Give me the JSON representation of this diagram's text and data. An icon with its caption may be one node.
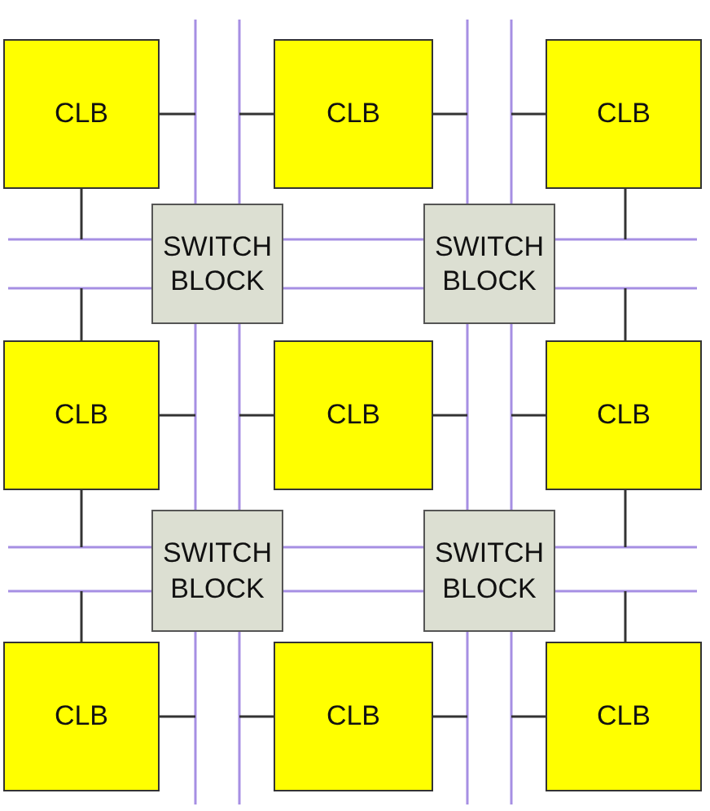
{
  "diagram": {
    "nodes": [
      {
        "text": [
          "CLB"
        ]
      },
      {
        "text": [
          "CLB"
        ]
      },
      {
        "text": [
          "CLB"
        ]
      },
      {
        "text": [
          "SWITCH BLOCK"
        ]
      },
      {
        "text": [
          "SWITCH BLOCK"
        ]
      },
      {
        "text": [
          "CLB"
        ]
      },
      {
        "text": [
          "CLB"
        ]
      },
      {
        "text": [
          "CLB"
        ]
      },
      {
        "text": [
          "SWITCH BLOCK"
        ]
      },
      {
        "text": [
          "SWITCH BLOCK"
        ]
      },
      {
        "text": [
          "CLB"
        ]
      },
      {
        "text": [
          "CLB"
        ]
      },
      {
        "text": [
          "CLB"
        ]
      }
    ],
    "edges": [
      {
        "from": null,
        "to": 3,
        "arrow": "none"
      },
      {
        "from": null,
        "to": 3,
        "arrow": "none"
      },
      {
        "from": 3,
        "to": 8,
        "arrow": "none"
      },
      {
        "from": 3,
        "to": 8,
        "arrow": "none"
      },
      {
        "from": 8,
        "to": null,
        "arrow": "none"
      },
      {
        "from": 8,
        "to": null,
        "arrow": "none"
      },
      {
        "from": null,
        "to": 4,
        "arrow": "none"
      },
      {
        "from": null,
        "to": 4,
        "arrow": "none"
      },
      {
        "from": 4,
        "to": 9,
        "arrow": "none"
      },
      {
        "from": 4,
        "to": 9,
        "arrow": "none"
      },
      {
        "from": 9,
        "to": null,
        "arrow": "none"
      },
      {
        "from": 9,
        "to": null,
        "arrow": "none"
      },
      {
        "from": null,
        "to": 3,
        "arrow": "none"
      },
      {
        "from": null,
        "to": 3,
        "arrow": "none"
      },
      {
        "from": 3,
        "to": 4,
        "arrow": "none"
      },
      {
        "from": 3,
        "to": 4,
        "arrow": "none"
      },
      {
        "from": 4,
        "to": null,
        "arrow": "none"
      },
      {
        "from": 4,
        "to": null,
        "arrow": "none"
      },
      {
        "from": null,
        "to": 8,
        "arrow": "none"
      },
      {
        "from": null,
        "to": 8,
        "arrow": "none"
      },
      {
        "from": 8,
        "to": 9,
        "arrow": "none"
      },
      {
        "from": 8,
        "to": 9,
        "arrow": "none"
      },
      {
        "from": 9,
        "to": null,
        "arrow": "none"
      },
      {
        "from": 9,
        "to": null,
        "arrow": "none"
      },
      {
        "from": 0,
        "to": null,
        "arrow": "none",
        "color": "#333333"
      },
      {
        "from": 0,
        "to": null,
        "arrow": "none",
        "color": "#333333"
      },
      {
        "from": 1,
        "to": null,
        "arrow": "none",
        "color": "#333333"
      },
      {
        "from": 1,
        "to": null,
        "arrow": "none",
        "color": "#333333"
      },
      {
        "from": 2,
        "to": null,
        "arrow": "none",
        "color": "#333333"
      },
      {
        "from": 2,
        "to": null,
        "arrow": "none",
        "color": "#333333"
      },
      {
        "from": 5,
        "to": null,
        "arrow": "none",
        "color": "#333333"
      },
      {
        "from": 5,
        "to": null,
        "arrow": "none",
        "color": "#333333"
      },
      {
        "from": 5,
        "to": null,
        "arrow": "none",
        "color": "#333333"
      },
      {
        "from": 6,
        "to": null,
        "arrow": "none",
        "color": "#333333"
      },
      {
        "from": 6,
        "to": null,
        "arrow": "none",
        "color": "#333333"
      },
      {
        "from": 7,
        "to": null,
        "arrow": "none",
        "color": "#333333"
      },
      {
        "from": 7,
        "to": null,
        "arrow": "none",
        "color": "#333333"
      },
      {
        "from": 7,
        "to": null,
        "arrow": "none",
        "color": "#333333"
      },
      {
        "from": 10,
        "to": null,
        "arrow": "none",
        "color": "#333333"
      },
      {
        "from": 10,
        "to": null,
        "arrow": "none",
        "color": "#333333"
      },
      {
        "from": 11,
        "to": null,
        "arrow": "none",
        "color": "#333333"
      },
      {
        "from": 11,
        "to": null,
        "arrow": "none",
        "color": "#333333"
      },
      {
        "from": 12,
        "to": null,
        "arrow": "none",
        "color": "#333333"
      },
      {
        "from": 12,
        "to": null,
        "arrow": "none",
        "color": "#333333"
      }
    ]
  }
}
